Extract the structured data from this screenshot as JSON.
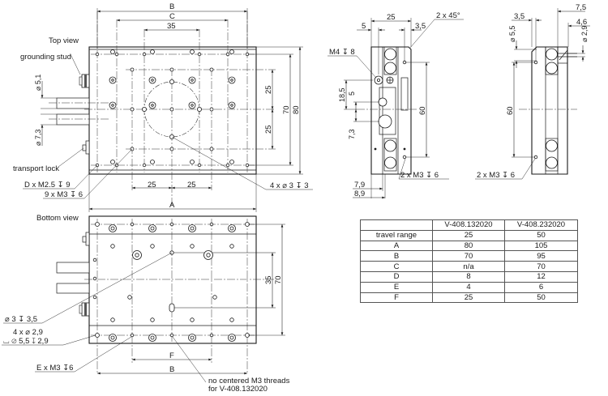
{
  "views": {
    "top_view": "Top view",
    "bottom_view": "Bottom view"
  },
  "callouts": {
    "grounding_stud": "grounding stud",
    "transport_lock": "transport lock",
    "d_threads": "D x M2.5 ↧ 9",
    "nine_threads": "9 x M3 ↧ 6",
    "four_holes_top": "4 x ⌀ 3 ↧ 3",
    "m4_thread": "M4 ↧ 8",
    "chamfer": "2 x 45°",
    "side_threads_1": "2 x M3 ↧ 6",
    "side_threads_2": "2 x M3 ↧ 6",
    "bottom_hole": "⌀ 3 ↧ 3,5",
    "cbore_line1": "4 x ⌀ 2,9",
    "cbore_line2": "⌴ ⌀ 5,5 ↧ 2,9",
    "e_threads": "E x M3 ↧6",
    "note_line1": "no centered M3 threads",
    "note_line2": "for V-408.132020"
  },
  "dimensions": {
    "top": {
      "B": "B",
      "C": "C",
      "d35": "35",
      "d25_left": "25",
      "d25_right": "25",
      "A": "A",
      "d25_v_upper": "25",
      "d25_v_lower": "25",
      "d70": "70",
      "d80": "80",
      "dia51": "⌀ 5,1",
      "dia73": "⌀ 7,3"
    },
    "side_left": {
      "d25": "25",
      "d5": "5",
      "d35": "3,5",
      "d185": "18,5",
      "d5v": "5",
      "d73": "7,3",
      "d60": "60",
      "d79": "7,9",
      "d89": "8,9"
    },
    "side_right": {
      "d35": "3,5",
      "dia55": "⌀ 5,5",
      "d75": "7,5",
      "d46": "4,6",
      "dia29": "⌀ 2,9",
      "d60": "60"
    },
    "bottom": {
      "d35": "35",
      "d70": "70",
      "F": "F",
      "B": "B"
    }
  },
  "spec_table": {
    "headers": [
      "",
      "V-408.132020",
      "V-408.232020"
    ],
    "rows": [
      [
        "travel range",
        "25",
        "50"
      ],
      [
        "A",
        "80",
        "105"
      ],
      [
        "B",
        "70",
        "95"
      ],
      [
        "C",
        "n/a",
        "70"
      ],
      [
        "D",
        "8",
        "12"
      ],
      [
        "E",
        "4",
        "6"
      ],
      [
        "F",
        "25",
        "50"
      ]
    ]
  }
}
